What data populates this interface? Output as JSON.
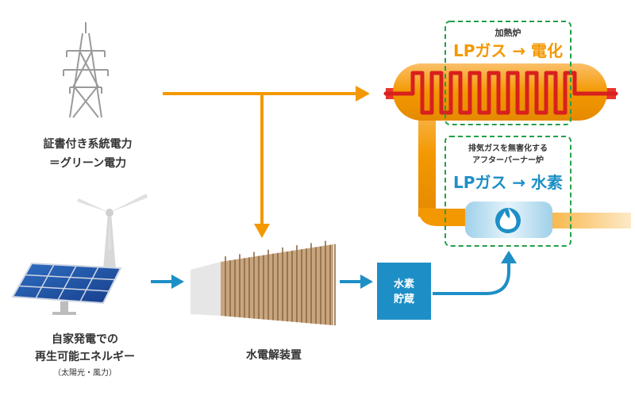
{
  "grid": {
    "line1": "証書付き系統電力",
    "line2": "＝グリーン電力"
  },
  "self_gen": {
    "line1": "自家発電での",
    "line2": "再生可能エネルギー",
    "sub": "（太陽光・風力）"
  },
  "electrolyzer": {
    "label": "水電解装置"
  },
  "storage": {
    "line1": "水素",
    "line2": "貯蔵"
  },
  "furnace": {
    "caption": "加熱炉",
    "main": "LPガス → 電化"
  },
  "afterburner": {
    "caption1": "排気ガスを無害化する",
    "caption2": "アフターバーナー炉",
    "main": "LPガス → 水素"
  },
  "colors": {
    "orange": "#f39800",
    "blue": "#1e8fc6",
    "green_dashed": "#22a04a",
    "heater_red": "#d8201e"
  }
}
